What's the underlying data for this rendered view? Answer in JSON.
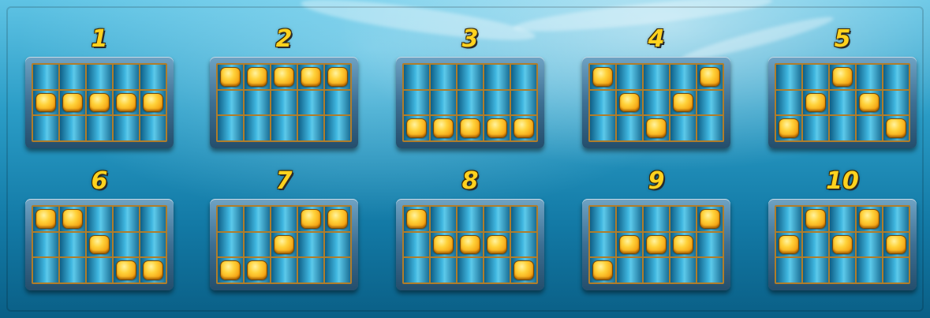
{
  "paylines": [
    {
      "number": "1",
      "rows": [
        [
          0,
          0,
          0,
          0,
          0
        ],
        [
          1,
          1,
          1,
          1,
          1
        ],
        [
          0,
          0,
          0,
          0,
          0
        ]
      ]
    },
    {
      "number": "2",
      "rows": [
        [
          1,
          1,
          1,
          1,
          1
        ],
        [
          0,
          0,
          0,
          0,
          0
        ],
        [
          0,
          0,
          0,
          0,
          0
        ]
      ]
    },
    {
      "number": "3",
      "rows": [
        [
          0,
          0,
          0,
          0,
          0
        ],
        [
          0,
          0,
          0,
          0,
          0
        ],
        [
          1,
          1,
          1,
          1,
          1
        ]
      ]
    },
    {
      "number": "4",
      "rows": [
        [
          1,
          0,
          0,
          0,
          1
        ],
        [
          0,
          1,
          0,
          1,
          0
        ],
        [
          0,
          0,
          1,
          0,
          0
        ]
      ]
    },
    {
      "number": "5",
      "rows": [
        [
          0,
          0,
          1,
          0,
          0
        ],
        [
          0,
          1,
          0,
          1,
          0
        ],
        [
          1,
          0,
          0,
          0,
          1
        ]
      ]
    },
    {
      "number": "6",
      "rows": [
        [
          1,
          1,
          0,
          0,
          0
        ],
        [
          0,
          0,
          1,
          0,
          0
        ],
        [
          0,
          0,
          0,
          1,
          1
        ]
      ]
    },
    {
      "number": "7",
      "rows": [
        [
          0,
          0,
          0,
          1,
          1
        ],
        [
          0,
          0,
          1,
          0,
          0
        ],
        [
          1,
          1,
          0,
          0,
          0
        ]
      ]
    },
    {
      "number": "8",
      "rows": [
        [
          1,
          0,
          0,
          0,
          0
        ],
        [
          0,
          1,
          1,
          1,
          0
        ],
        [
          0,
          0,
          0,
          0,
          1
        ]
      ]
    },
    {
      "number": "9",
      "rows": [
        [
          0,
          0,
          0,
          0,
          1
        ],
        [
          0,
          1,
          1,
          1,
          0
        ],
        [
          1,
          0,
          0,
          0,
          0
        ]
      ]
    },
    {
      "number": "10",
      "rows": [
        [
          0,
          1,
          0,
          1,
          0
        ],
        [
          1,
          0,
          1,
          0,
          1
        ],
        [
          0,
          0,
          0,
          0,
          0
        ]
      ]
    }
  ],
  "colors": {
    "symbol": "#ffd23a",
    "number": "#ffd21e",
    "grid_line": "#b07d2a",
    "cell": "#3fb6df"
  }
}
